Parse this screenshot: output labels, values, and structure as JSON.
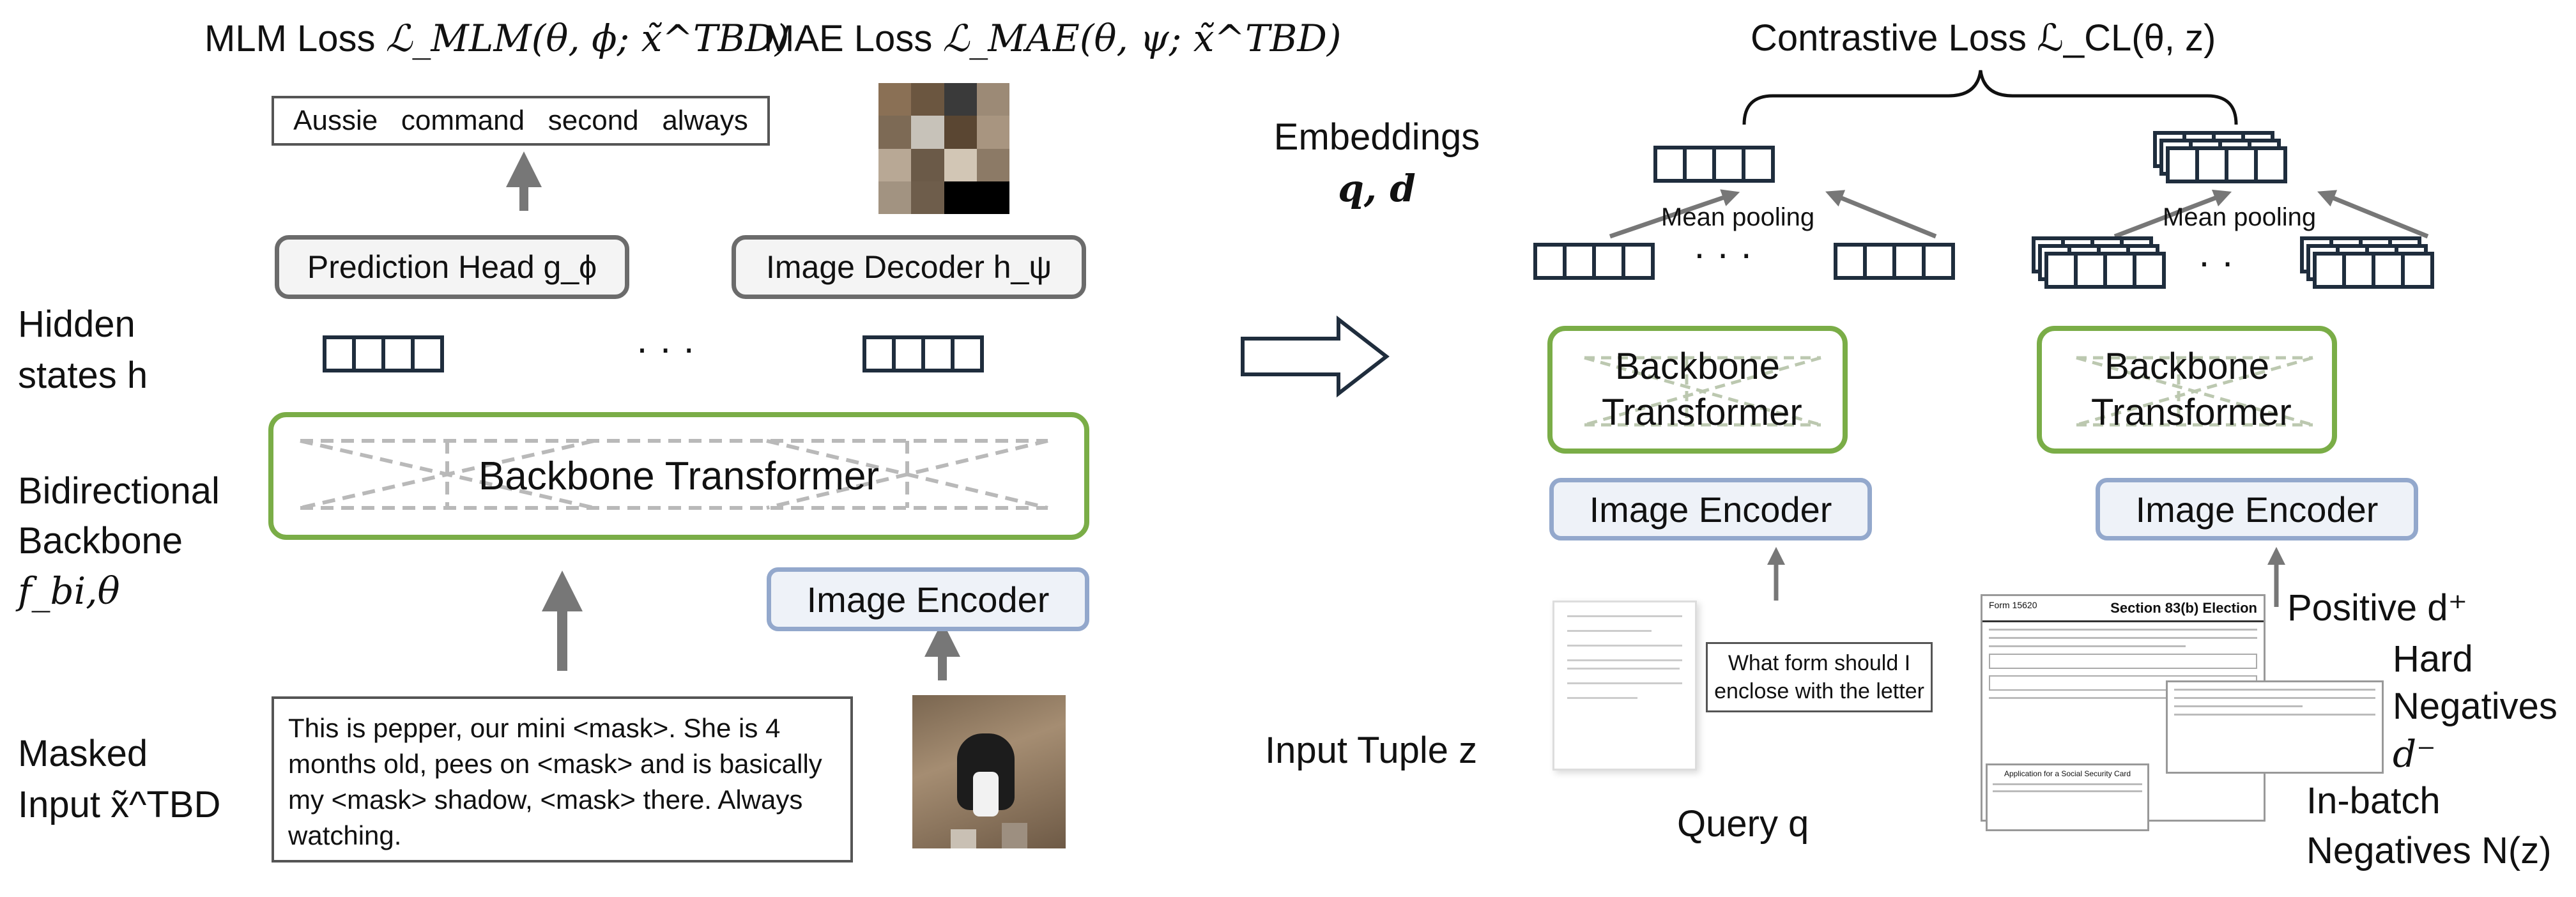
{
  "left": {
    "mlm_loss_label": "MLM Loss",
    "mlm_loss_formula": "ℒ_MLM(θ, ϕ; x̃^TBD)",
    "mae_loss_label": "MAE Loss",
    "mae_loss_formula": "ℒ_MAE(θ, ψ; x̃^TBD)",
    "predicted_tokens": "Aussie   command   second   always",
    "prediction_head": "Prediction Head g_ϕ",
    "image_decoder": "Image Decoder h_ψ",
    "hidden_states_line1": "Hidden",
    "hidden_states_line2": "states h",
    "ellipsis": "· · ·",
    "backbone_label_line1": "Bidirectional",
    "backbone_label_line2": "Backbone",
    "backbone_label_line3": "f_bi,θ",
    "backbone_box": "Backbone Transformer",
    "image_encoder": "Image Encoder",
    "masked_input_line1": "Masked",
    "masked_input_line2": "Input x̃^TBD",
    "masked_text": "This is pepper, our mini <mask>. She is 4 months old, pees on <mask> and is basically my <mask> shadow, <mask> there. Always watching."
  },
  "right": {
    "contrastive_loss": "Contrastive Loss ℒ_CL(θ, z)",
    "embeddings_line1": "Embeddings",
    "embeddings_line2": "q, d",
    "mean_pooling_1": "Mean pooling",
    "mean_pooling_2": "Mean pooling",
    "ellipsis_1": "· · ·",
    "ellipsis_2": "· ·",
    "backbone_1": "Backbone Transformer",
    "backbone_2": "Backbone Transformer",
    "image_encoder_1": "Image Encoder",
    "image_encoder_2": "Image Encoder",
    "query_text": "What form should I enclose with the letter",
    "input_tuple": "Input Tuple z",
    "query_label": "Query q",
    "positive": "Positive d⁺",
    "hard_neg_line1": "Hard",
    "hard_neg_line2": "Negatives",
    "hard_neg_line3": "d⁻",
    "inbatch_line1": "In-batch",
    "inbatch_line2": "Negatives N(z)",
    "form_title": "Section 83(b) Election",
    "form_number": "Form 15620",
    "form_small_title": "Application for a Social Security Card"
  },
  "colors": {
    "green_border": "#7aad47",
    "green_fill": "#eaf3df",
    "blue_border": "#93a8cc",
    "blue_fill": "#eef2f8",
    "cell_border": "#1f2d3d",
    "arrow": "#777777"
  }
}
